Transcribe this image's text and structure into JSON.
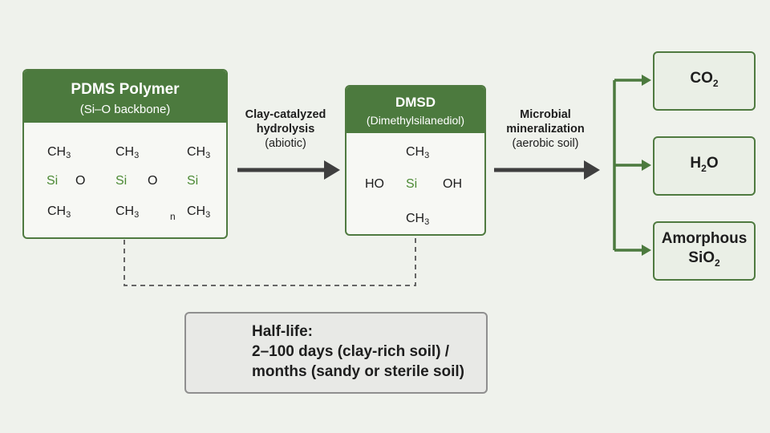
{
  "pdms": {
    "title": "PDMS Polymer",
    "subtitle": "(Si–O backbone)",
    "ch3": "CH",
    "three": "3",
    "si": "Si",
    "o": "O",
    "n": "n"
  },
  "step1": {
    "line1": "Clay-catalyzed",
    "line2": "hydrolysis",
    "line3": "(abiotic)"
  },
  "dmsd": {
    "title": "DMSD",
    "subtitle": "(Dimethylsilanediol)",
    "ho": "HO",
    "oh": "OH",
    "si": "Si",
    "ch3": "CH",
    "three": "3"
  },
  "step2": {
    "line1": "Microbial",
    "line2": "mineralization",
    "line3": "(aerobic soil)"
  },
  "products": {
    "co2": {
      "main": "CO",
      "sub": "2"
    },
    "h2o": {
      "pre": "H",
      "sub": "2",
      "post": "O"
    },
    "sio2": {
      "line1": "Amorphous",
      "main": "SiO",
      "sub": "2"
    }
  },
  "halflife": {
    "label": "Half-life:",
    "line1": "2–100 days (clay-rich soil) /",
    "line2": "months (sandy or sterile soil)"
  },
  "colors": {
    "green": "#4c7a3e",
    "si_green": "#4c8a35",
    "arrow": "#3f3f3f",
    "background": "#eff2ec"
  }
}
